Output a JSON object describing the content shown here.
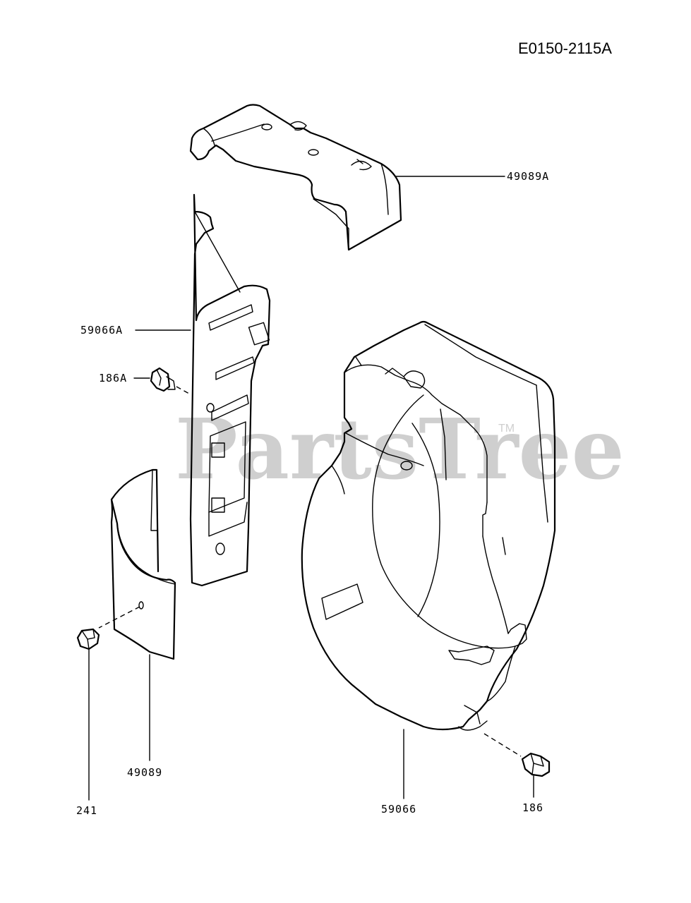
{
  "diagram_code": "E0150-2115A",
  "watermark": {
    "text": "PartsTree",
    "trademark": "TM"
  },
  "labels": {
    "p49089A": "49089A",
    "p59066A": "59066A",
    "p186A": "186A",
    "p49089": "49089",
    "p241": "241",
    "p59066": "59066",
    "p186": "186"
  }
}
